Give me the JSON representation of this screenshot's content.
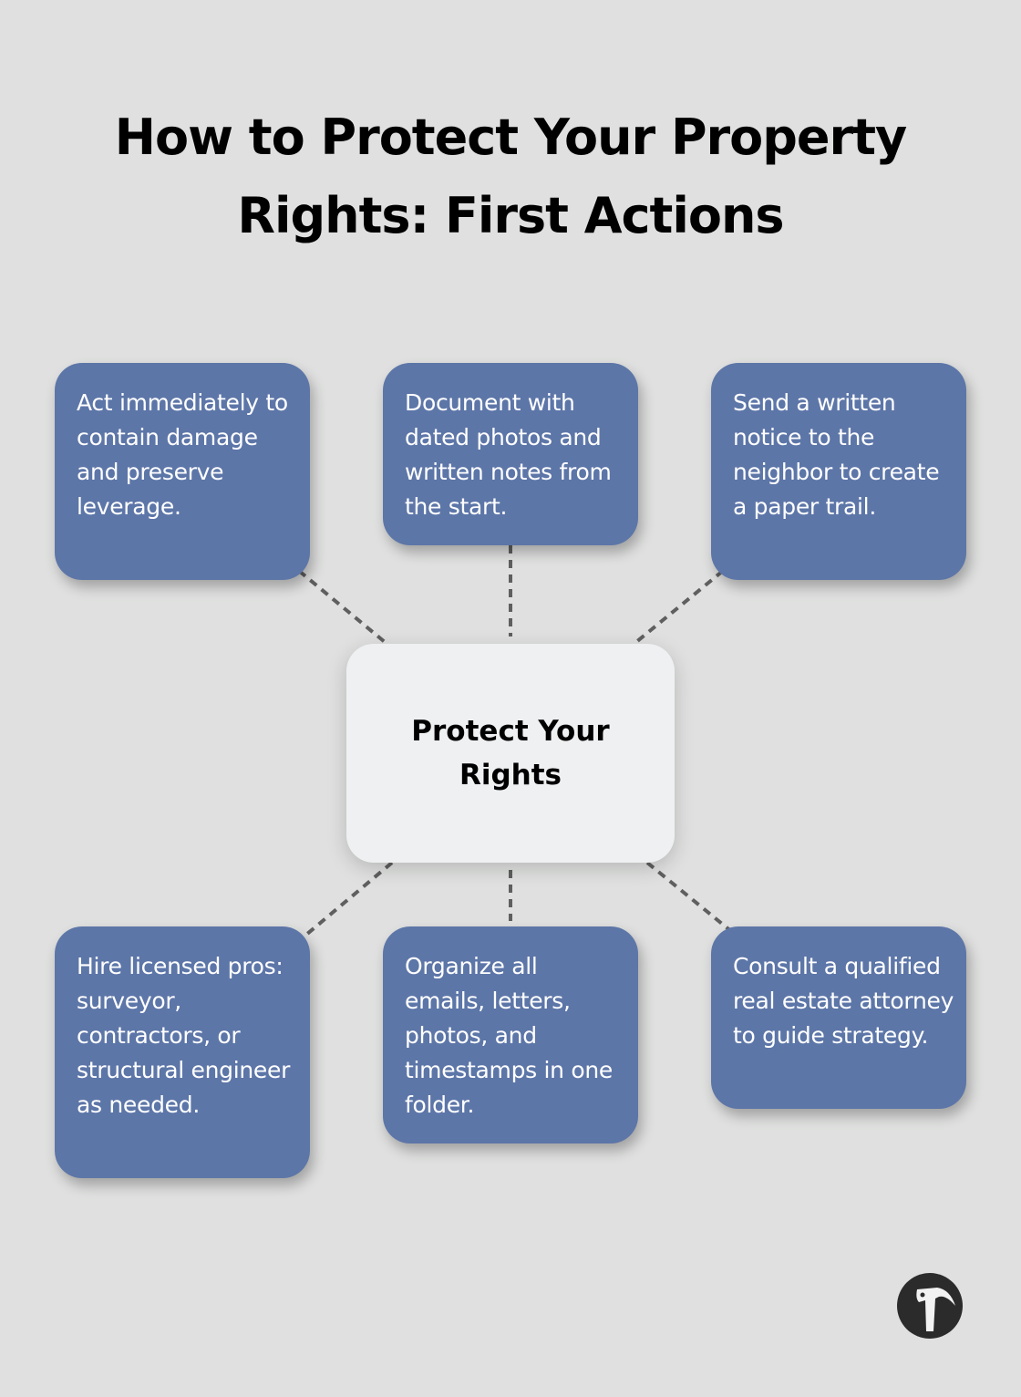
{
  "title": {
    "line1": "How to Protect Your Property",
    "line2": "Rights: First Actions"
  },
  "center": {
    "label": "Protect Your Rights"
  },
  "actions": [
    {
      "id": "act-immediately",
      "text": "Act immediately to contain damage and preserve leverage."
    },
    {
      "id": "document",
      "text": "Document with dated photos and written notes from the start."
    },
    {
      "id": "written-notice",
      "text": "Send a written notice to the neighbor to create a paper trail."
    },
    {
      "id": "hire-pros",
      "text": "Hire licensed pros: surveyor, contractors, or structural engineer as needed."
    },
    {
      "id": "organize",
      "text": "Organize all emails, letters, photos, and timestamps in one folder."
    },
    {
      "id": "attorney",
      "text": "Consult a qualified real estate attorney to guide strategy."
    }
  ],
  "logo": {
    "icon": "hammer-icon"
  },
  "colors": {
    "background": "#dfe0df",
    "card": "#5d76a8",
    "center": "#eff0f2",
    "connector": "#5f5f5f",
    "text_dark": "#000000",
    "text_light": "#ffffff"
  }
}
